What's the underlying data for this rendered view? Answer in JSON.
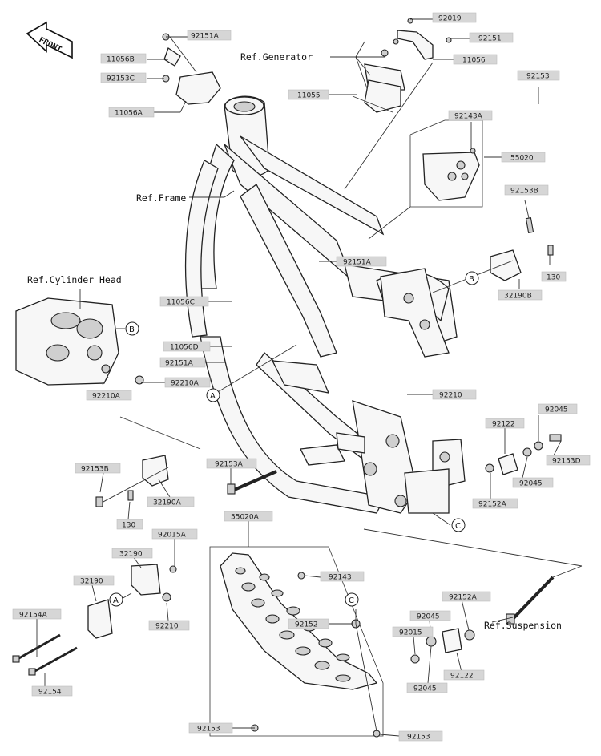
{
  "front_label": "FRONT",
  "refs": {
    "generator": "Ref.Generator",
    "frame": "Ref.Frame",
    "cylinder_head": "Ref.Cylinder Head",
    "suspension": "Ref.Suspension"
  },
  "callouts": {
    "a": "A",
    "b": "B",
    "c": "C"
  },
  "parts": {
    "p92151A_top": "92151A",
    "p11056B": "11056B",
    "p92153C": "92153C",
    "p11056A": "11056A",
    "p92019": "92019",
    "p92151": "92151",
    "p11056": "11056",
    "p11055": "11055",
    "p92153_top": "92153",
    "p92143A": "92143A",
    "p55020": "55020",
    "p92153B_right": "92153B",
    "p130_right": "130",
    "p32190B": "32190B",
    "p92151A_mid": "92151A",
    "p11056C": "11056C",
    "p11056D": "11056D",
    "p92151A_low": "92151A",
    "p92210A_a": "92210A",
    "p92210A_b": "92210A",
    "p92210": "92210",
    "p92045_top": "92045",
    "p92122_top": "92122",
    "p92153D": "92153D",
    "p92045_mid": "92045",
    "p92152A_mid": "92152A",
    "p92153B_left": "92153B",
    "p92153A": "92153A",
    "p32190A": "32190A",
    "p130_left": "130",
    "p55020A": "55020A",
    "p92015A": "92015A",
    "p32190_a": "32190",
    "p32190_b": "32190",
    "p92210_low": "92210",
    "p92154A": "92154A",
    "p92154": "92154",
    "p92143": "92143",
    "p92152": "92152",
    "p92152A_low": "92152A",
    "p92045_low_a": "92045",
    "p92015": "92015",
    "p92122_low": "92122",
    "p92045_low_b": "92045",
    "p92153_bl": "92153",
    "p92153_br": "92153"
  }
}
